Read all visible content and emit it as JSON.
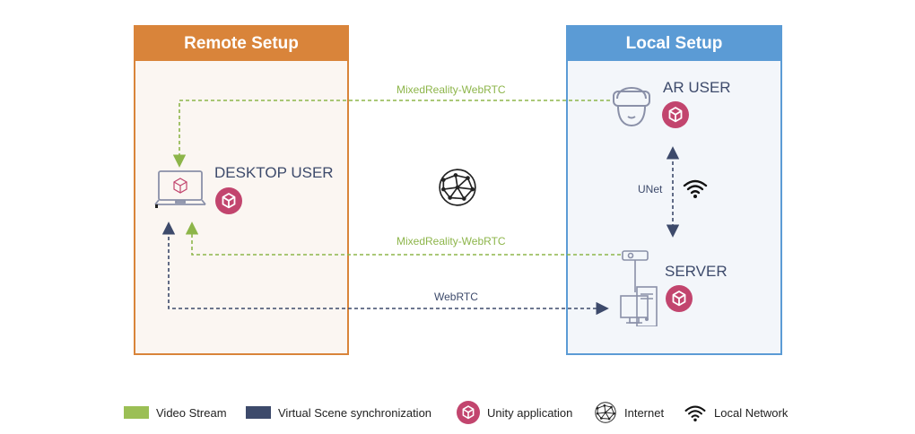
{
  "panels": {
    "remote": {
      "title": "Remote Setup",
      "color": "#d9843a"
    },
    "local": {
      "title": "Local Setup",
      "color": "#5b9bd5"
    }
  },
  "nodes": {
    "ar_user": {
      "label": "AR USER",
      "icon": "vr-headset-icon",
      "app_icon": "unity-icon"
    },
    "desktop_user": {
      "label": "DESKTOP USER",
      "icon": "laptop-icon",
      "app_icon": "unity-icon"
    },
    "server": {
      "label": "SERVER",
      "icon": "server-computer-icon",
      "camera_icon": "depth-camera-icon",
      "app_icon": "unity-icon"
    },
    "internet": {
      "icon": "globe-network-icon"
    }
  },
  "connections": {
    "mr_top": {
      "label": "MixedReality-WebRTC",
      "type": "video",
      "color": "#8db54a"
    },
    "mr_bottom": {
      "label": "MixedReality-WebRTC",
      "type": "video",
      "color": "#8db54a"
    },
    "webrtc": {
      "label": "WebRTC",
      "type": "sync",
      "color": "#3d4a6b"
    },
    "unet": {
      "label": "UNet",
      "type": "local",
      "icon": "wifi-icon"
    }
  },
  "legend": {
    "video_stream": {
      "label": "Video Stream",
      "color": "#9bbf55"
    },
    "scene_sync": {
      "label": "Virtual Scene synchronization",
      "color": "#3d4a6b"
    },
    "unity_app": {
      "label": "Unity application",
      "icon": "unity-icon"
    },
    "internet": {
      "label": "Internet",
      "icon": "globe-network-icon"
    },
    "local_network": {
      "label": "Local Network",
      "icon": "wifi-icon"
    }
  },
  "colors": {
    "unity": "#c2456e",
    "icon_gray": "#8a90a8"
  }
}
